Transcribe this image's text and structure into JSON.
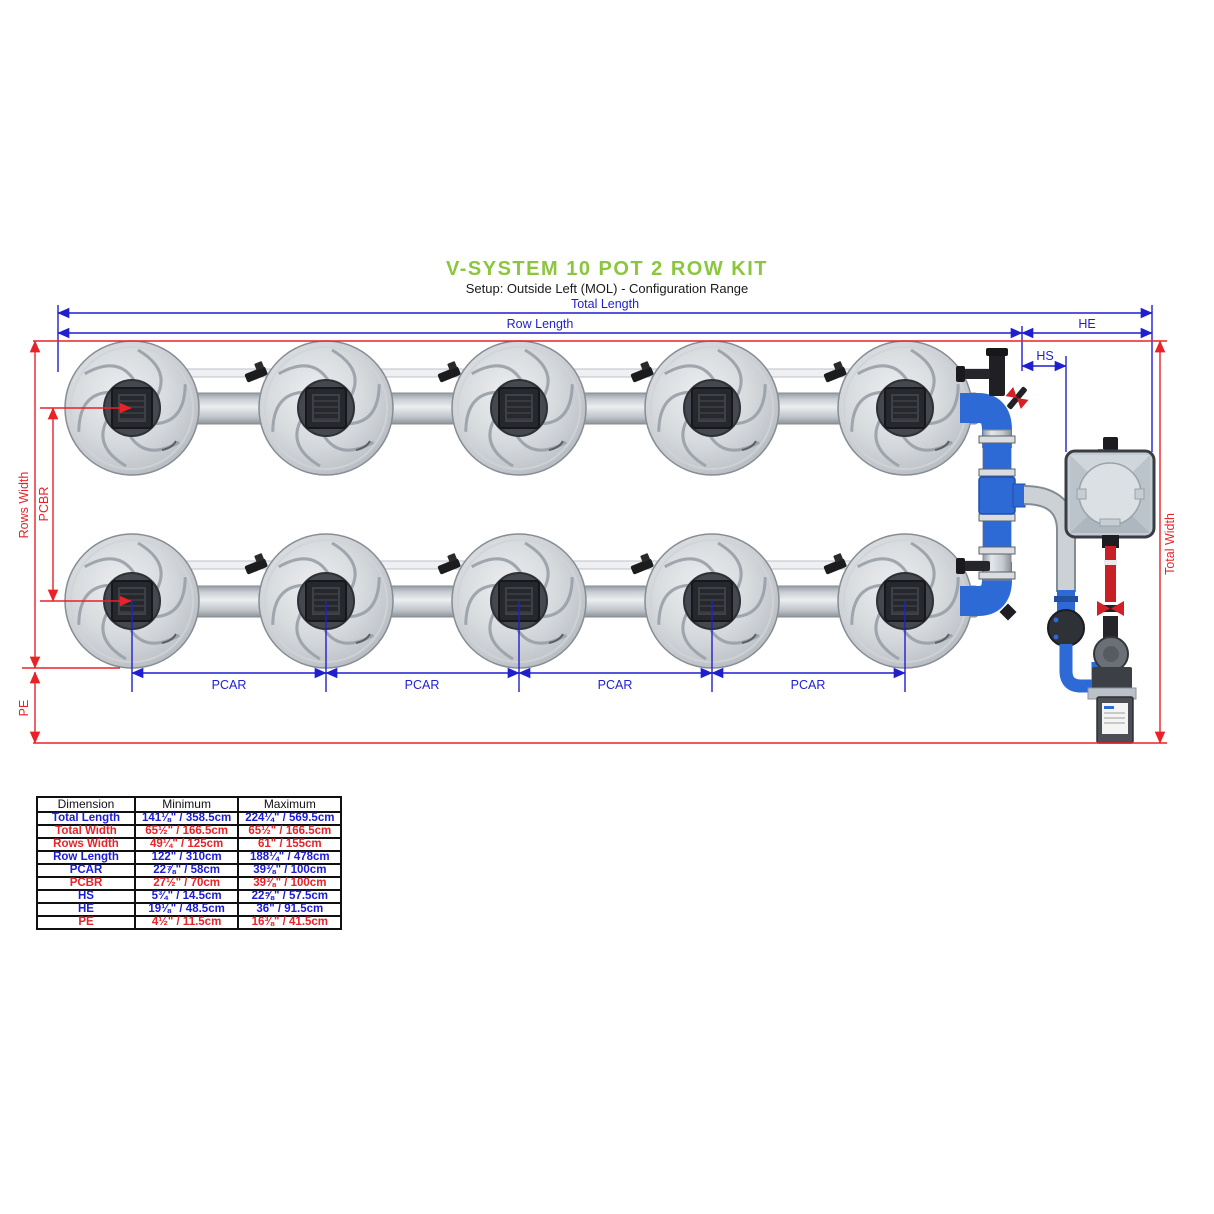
{
  "title": "V-SYSTEM 10 POT 2 ROW KIT",
  "subtitle": "Setup: Outside Left (MOL) - Configuration Range",
  "colors": {
    "accent_green": "#8CC63E",
    "dimension_blue": "#1F1FD0",
    "dimension_red": "#EA2127",
    "manifold_blue": "#2E6AD6",
    "reservoir_red_pipe": "#C91F26"
  },
  "diagram": {
    "labels": {
      "total_length": "Total Length",
      "row_length": "Row Length",
      "he": "HE",
      "hs": "HS",
      "pcar": "PCAR",
      "rows_width": "Rows Width",
      "pcbr": "PCBR",
      "pe": "PE",
      "total_width": "Total Width"
    }
  },
  "table": {
    "headers": [
      "Dimension",
      "Minimum",
      "Maximum"
    ],
    "rows": [
      {
        "dimension": "Total Length",
        "min": "141⅛\" / 358.5cm",
        "max": "224¼\" / 569.5cm",
        "color": "blue"
      },
      {
        "dimension": "Total Width",
        "min": "65½\" / 166.5cm",
        "max": "65½\" / 166.5cm",
        "color": "red"
      },
      {
        "dimension": "Rows Width",
        "min": "49¼\" / 125cm",
        "max": "61\" / 155cm",
        "color": "red"
      },
      {
        "dimension": "Row Length",
        "min": "122\" / 310cm",
        "max": "188¼\" / 478cm",
        "color": "blue"
      },
      {
        "dimension": "PCAR",
        "min": "22⅞\" / 58cm",
        "max": "39⅜\" / 100cm",
        "color": "blue"
      },
      {
        "dimension": "PCBR",
        "min": "27½\" / 70cm",
        "max": "39⅜\" / 100cm",
        "color": "red"
      },
      {
        "dimension": "HS",
        "min": "5¾\" / 14.5cm",
        "max": "22⅝\" / 57.5cm",
        "color": "blue"
      },
      {
        "dimension": "HE",
        "min": "19⅛\" / 48.5cm",
        "max": "36\" / 91.5cm",
        "color": "blue"
      },
      {
        "dimension": "PE",
        "min": "4½\" / 11.5cm",
        "max": "16⅜\" / 41.5cm",
        "color": "red"
      }
    ]
  }
}
